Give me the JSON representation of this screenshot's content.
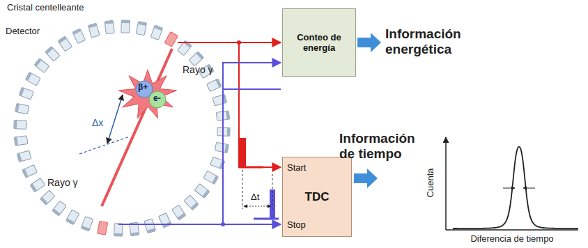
{
  "diagram": {
    "nodes": [
      {
        "text": [
          "Conteo de energía"
        ]
      },
      {
        "text": [
          "Start",
          "TDC",
          "Stop"
        ]
      }
    ],
    "labels": [
      "Cristal centelleante",
      "Detector",
      "Rayo γ",
      "β+",
      "e-",
      "Δx",
      "Rayo γ",
      "Información energética",
      "Información de tiempo",
      "Δt",
      "Cuenta",
      "Diferencia de tiempo"
    ]
  }
}
